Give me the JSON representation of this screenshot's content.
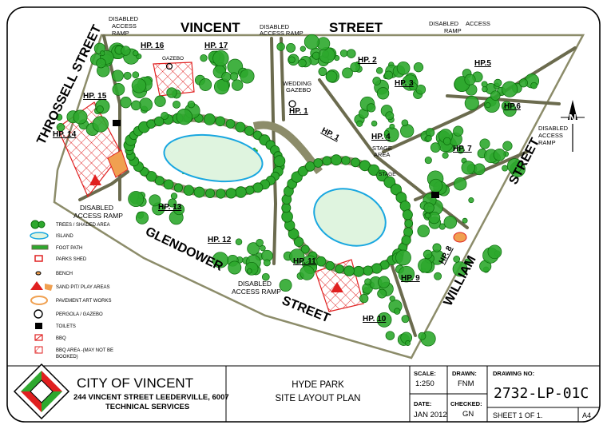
{
  "streets": {
    "vincent_1": "VINCENT",
    "vincent_2": "STREET",
    "throssell": "THROSSELL STREET",
    "glendower": "GLENDOWER",
    "glendower_street": "STREET",
    "william": "WILLIAM",
    "william_street": "STREET"
  },
  "hp_labels": [
    "HP. 1",
    "HP. 2",
    "HP. 3",
    "HP. 4",
    "HP.5",
    "HP.6",
    "HP. 7",
    "HP. 8",
    "HP. 9",
    "HP. 10",
    "HP. 11",
    "HP. 12",
    "HP. 13",
    "HP. 14",
    "HP. 15",
    "HP. 16",
    "HP. 17",
    "HP. 1"
  ],
  "annotations": {
    "disabled_ramp": [
      "DISABLED",
      "ACCESS",
      "RAMP"
    ],
    "disabled_ramp_top_mid": [
      "DISABLED",
      "ACCESS RAMP"
    ],
    "disabled_ramp_top_right": [
      "DISABLED",
      "ACCESS",
      "RAMP"
    ],
    "disabled_ramp_right": [
      "DISABLED",
      "ACCESS",
      "RAMP"
    ],
    "disabled_ramp_left": [
      "DISABLED",
      "ACCESS RAMP"
    ],
    "disabled_ramp_bottom": [
      "DISABLED",
      "ACCESS RAMP"
    ],
    "wedding_gazebo": [
      "WEDDING",
      "GAZEBO"
    ],
    "gazebo": "GAZEBO",
    "stage_area": [
      "STAGE",
      "AREA"
    ],
    "stage": "STAGE",
    "north": "N"
  },
  "legend": [
    {
      "label": "TREES / SHADED AREA",
      "icon": "tree-icon"
    },
    {
      "label": "ISLAND",
      "icon": "island-icon"
    },
    {
      "label": "FOOT PATH",
      "icon": "footpath-icon"
    },
    {
      "label": "PARKS SHED",
      "icon": "shed-icon"
    },
    {
      "label": "BENCH",
      "icon": "bench-icon"
    },
    {
      "label": "SAND PIT/ PLAY AREAS",
      "icon": "sandpit-icon"
    },
    {
      "label": "PAVEMENT ART WORKS",
      "icon": "art-icon"
    },
    {
      "label": "PERGOLA / GAZEBO",
      "icon": "pergola-icon"
    },
    {
      "label": "TOILETS",
      "icon": "toilet-icon"
    },
    {
      "label": "BBQ",
      "icon": "bbq-icon"
    },
    {
      "label": "BBQ  AREA  -(MAY NOT BE",
      "label2": "BOOKED)",
      "icon": "bbq-area-icon"
    }
  ],
  "title_block": {
    "org_name": "CITY OF VINCENT",
    "org_address": "244 VINCENT STREET LEEDERVILLE, 6007",
    "org_dept": "TECHNICAL SERVICES",
    "title_1": "HYDE PARK",
    "title_2": "SITE LAYOUT PLAN",
    "scale_label": "SCALE:",
    "scale_value": "1:250",
    "drawn_label": "DRAWN:",
    "drawn_value": "FNM",
    "drawing_no_label": "DRAWING NO:",
    "drawing_no_value": "2732-LP-01C",
    "date_label": "DATE:",
    "date_value": "JAN 2012",
    "checked_label": "CHECKED:",
    "checked_value": "GN",
    "sheet_text": "SHEET  1  OF  1.",
    "paper_size": "A4"
  },
  "colors": {
    "tree_green": "#2ea82e",
    "tree_dark": "#0a6a0a",
    "path_grey": "#6b6b4e",
    "island_blue": "#19a7e0",
    "red": "#e02020",
    "sand": "#f0a050"
  }
}
